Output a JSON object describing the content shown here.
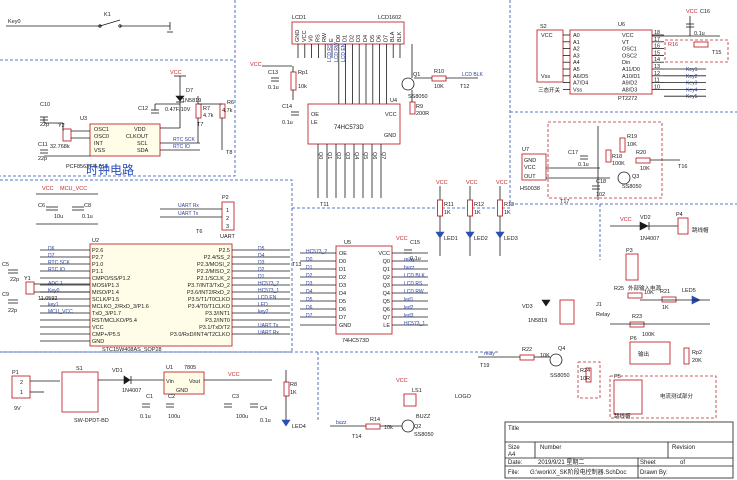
{
  "net_top_left": "Key0",
  "k1": "K1",
  "rtc": {
    "title": "时钟电路",
    "chip": "U3",
    "part": "PCF8563T/5,518",
    "pins_left": [
      "OSC1",
      "OSC0",
      "INT",
      "VSS"
    ],
    "pins_right": [
      "VDD",
      "CLKOUT",
      "SCL",
      "SDA"
    ],
    "sig_scl": "RTC SCK",
    "sig_sda": "RTC IO",
    "diode": "D7",
    "diode_part": "1N5819",
    "cap_bat": "C12",
    "cap_bat_val": "0.47F/10V",
    "r_a": "R7",
    "r_b": "R6",
    "r_val": "4.7k",
    "c10": "C10",
    "c11": "C11",
    "cap22": "22p",
    "xtal": "Y2",
    "xtal_val": "32.768k",
    "tp": "T7",
    "tp2": "T8",
    "vcc": "VCC"
  },
  "lcd": {
    "ref": "LCD1",
    "part": "LCD1602",
    "pins": [
      "GND",
      "VCC",
      "V0",
      "RS",
      "RW",
      "E",
      "D0",
      "D1",
      "D2",
      "D3",
      "D4",
      "D5",
      "D6",
      "D7",
      "BLA",
      "BLK"
    ],
    "sigs": [
      "LCD RS",
      "LCD RW",
      "LCD EN"
    ],
    "pot": "Rp1",
    "pot_val": "10k",
    "c13": "C13",
    "c13_val": "0.1u",
    "c14": "C14",
    "c14_val": "0.1u",
    "r10": "R10",
    "r10_val": "10K",
    "blk": "LCD BLK",
    "q": "Q1",
    "q_part": "SS8050",
    "r9": "R9",
    "r9_val": "200R",
    "t12": "T12",
    "t11": "T11",
    "latch": "U4",
    "latch_part": "74HC573D",
    "latch_left": [
      "OE",
      "LE"
    ],
    "latch_right": [
      "VCC",
      "GND"
    ]
  },
  "rf": {
    "s2": "S2",
    "u6": "U6",
    "u6_part": "PT2272",
    "c16": "C16",
    "c16_val": "0.1u",
    "switch_label": "三态开关",
    "pins_left": [
      "A0",
      "A1",
      "A2",
      "A3",
      "A4",
      "A5",
      "A6/D5",
      "A7/D4",
      "Vss"
    ],
    "pins_right": [
      "VCC",
      "VT",
      "OSC1",
      "OSC2",
      "Din",
      "A11/D0",
      "A10/D1",
      "A9/D2",
      "A8/D3"
    ],
    "pin_nums": [
      "18",
      "17",
      "16",
      "15",
      "14",
      "13",
      "12",
      "11",
      "10"
    ],
    "r16": "R16",
    "key_nets": [
      "Key1",
      "Key2",
      "Key3",
      "Key4",
      "Key5"
    ],
    "tp": "T15",
    "vcc": "VCC"
  },
  "rx": {
    "ref": "U7",
    "part": "HS0038",
    "pins": [
      "GND",
      "VCC",
      "OUT"
    ],
    "r19": "R19",
    "r19_val": "10K",
    "r18": "R18",
    "r18_val": "100K",
    "r20": "R20",
    "r20_val": "10K",
    "c17": "C17",
    "c17_val": "0.1u",
    "c18": "C18",
    "c18_val": "102",
    "q": "Q3",
    "q_part": "SS8050",
    "t16": "T16",
    "t17": "T17"
  },
  "pwr_header": {
    "nets": [
      "VCC",
      "MCU_VCC"
    ],
    "c6": "C6",
    "c6_val": "10u",
    "c8": "C8",
    "c8_val": "0.1u",
    "p2": "P2",
    "uart": "UART",
    "uart_rx": "UART Rx",
    "uart_tx": "UART Tx",
    "t6": "T6"
  },
  "mcu": {
    "ref": "U2",
    "part": "STC15W408AS_SOP28",
    "left_nets": [
      "D6",
      "D7",
      "RTC SCK",
      "RTC IO",
      "",
      "ADC 1",
      "Key0",
      "",
      "key1",
      "MCU_VCC"
    ],
    "left_pins": [
      "P2.6",
      "P2.7",
      "P1.0",
      "P1.1",
      "CMPO/SS/P1.2",
      "MOSI/P1.3",
      "MISO/P1.4",
      "SCLK/P1.5",
      "MCLKO_2/RxD_3/P1.6",
      "TxD_3/P1.7",
      "RST/MCLKO/P5.4",
      "VCC",
      "CMP+/P5.5",
      "GND"
    ],
    "right_pins": [
      "P2.5",
      "P2.4/SS_2",
      "P2.3/MOSI_2",
      "P2.2/MISO_2",
      "P2.1/SCLK_2",
      "P3.7/INT3/TxD_2",
      "P3.6/INT2/RxD_2",
      "P3.5/T1/T0CLKO",
      "P3.4/T0/T1CLKO",
      "P3.3/INT1",
      "P3.2/INT0",
      "P3.1/TxD/T2",
      "P3.0/RxD/INT4/T2CLKO"
    ],
    "right_nets": [
      "D5",
      "D4",
      "D3",
      "D2",
      "D1",
      "HC573_2",
      "HC573_1",
      "LCD EN",
      "LED",
      "key2",
      "",
      "UART Tx",
      "UART Rx"
    ],
    "c5": "C5",
    "c9": "C9",
    "cap22": "22p",
    "xtal": "Y1",
    "xtal_val": "11.0592",
    "vcc": "VCC"
  },
  "u5": {
    "ref": "U5",
    "part": "74HC573D",
    "left_pins": [
      "OE",
      "D0",
      "D1",
      "D2",
      "D3",
      "D4",
      "D5",
      "D6",
      "D7",
      "GND"
    ],
    "right_pins": [
      "VCC",
      "Q0",
      "Q1",
      "Q2",
      "Q3",
      "Q4",
      "Q5",
      "Q6",
      "Q7",
      "LE"
    ],
    "left_nets": [
      "HC573_2",
      "D0",
      "D1",
      "D2",
      "D3",
      "D4",
      "D5",
      "D6",
      "D7"
    ],
    "right_nets": [
      "relay",
      "buzz",
      "LCD BLK",
      "LCD RS",
      "LCD RW",
      "led1",
      "led2",
      "led3",
      "HC573_1"
    ],
    "t13": "T13",
    "c15": "C15",
    "c15_val": "0.1u",
    "vcc": "VCC"
  },
  "leds": {
    "refs": [
      "LED1",
      "LED2",
      "LED3"
    ],
    "rs": [
      "R11",
      "R12",
      "R13"
    ],
    "r_val": "1K",
    "vcc": "VCC"
  },
  "relay": {
    "vd2": "VD2",
    "vd2_part": "1N4007",
    "p4": "P4",
    "p4_label": "跳线帽",
    "p3": "P3",
    "p3_label": "外部输入电源",
    "led5": "LED5",
    "r21": "R21",
    "r21_val": "1K",
    "vd3": "VD3",
    "vd3_part": "1N5819",
    "j1": "J1",
    "j1_part": "Relay",
    "r23": "R23",
    "r23_val": "100K",
    "r25": "R25",
    "r25_val": "10K",
    "q4": "Q4",
    "q4_part": "SS8050",
    "r22": "R22",
    "r22_val": "10K",
    "r24": "R24",
    "r24_val": "10R",
    "p6": "P6",
    "p6_label": "输出",
    "rp2": "Rp2",
    "rp2_val": "20K",
    "p5": "P5",
    "p5_label": "跳线帽",
    "meter_label": "电流测试部分",
    "relay_net": "relay",
    "t19": "T19",
    "vcc": "VCC"
  },
  "psu": {
    "p1": "P1",
    "p1_val": "9V",
    "s1": "S1",
    "s1_part": "SW-DPDT-BD",
    "vd1": "VD1",
    "vd1_part": "1N4007",
    "u1": "U1",
    "u1_part": "7805",
    "u1_pins": [
      "Vin",
      "Vout",
      "GND"
    ],
    "c1": "C1",
    "c1_val": "0.1u",
    "c2": "C2",
    "c2_val": "100u",
    "c3": "C3",
    "c3_val": "100u",
    "c4": "C4",
    "c4_val": "0.1u",
    "r8": "R8",
    "r8_val": "1K",
    "led4": "LED4",
    "vcc": "VCC"
  },
  "buzzer": {
    "ls1": "LS1",
    "part": "BUZZ",
    "r14": "R14",
    "r14_val": "10k",
    "q2": "Q2",
    "q2_part": "SS8050",
    "t14": "T14",
    "net": "buzz",
    "vcc": "VCC"
  },
  "logo": "LOGO",
  "title_block": {
    "title_label": "Title",
    "size_label": "Size",
    "size_val": "A4",
    "number_label": "Number",
    "revision_label": "Revision",
    "date_label": "Date:",
    "date_val": "2019/9/21 星期二",
    "file_label": "File:",
    "file_val": "G:\\work\\X_SK阶段电控制器.SchDoc",
    "sheet_label": "Sheet",
    "of_label": "of",
    "drawn_label": "Drawn By:"
  }
}
